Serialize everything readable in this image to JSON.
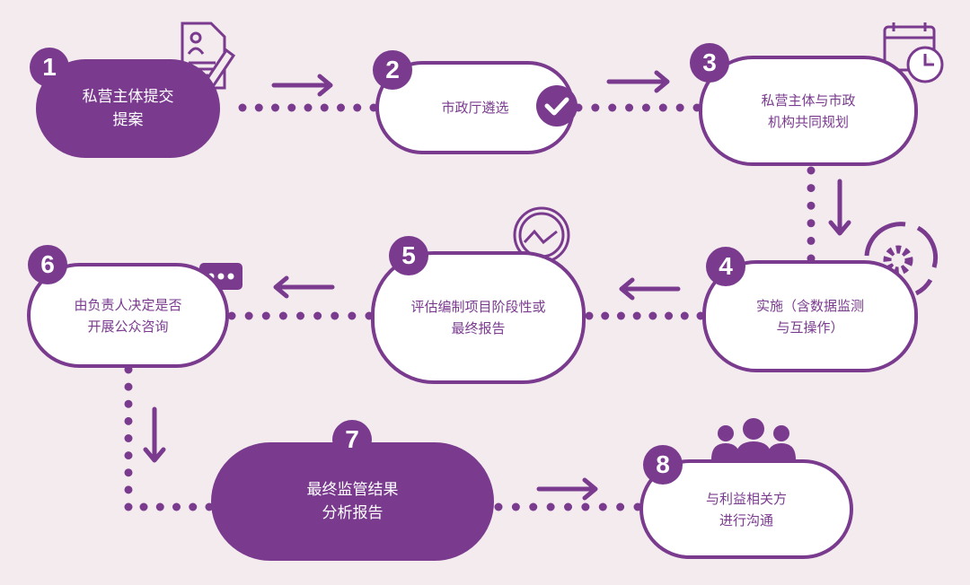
{
  "colors": {
    "accent": "#7a3b8f",
    "background": "#f3ebee"
  },
  "steps": [
    {
      "number": "1",
      "text": "私营主体提交\n提案",
      "icon": "document-pen-icon"
    },
    {
      "number": "2",
      "text": "市政厅遴选",
      "icon": "check-circle-icon"
    },
    {
      "number": "3",
      "text": "私营主体与市政\n机构共同规划",
      "icon": "calendar-clock-icon"
    },
    {
      "number": "4",
      "text": "实施（含数据监测\n与互操作）",
      "icon": "gear-cycle-icon"
    },
    {
      "number": "5",
      "text": "评估编制项目阶段性或\n最终报告",
      "icon": "chart-gauge-icon"
    },
    {
      "number": "6",
      "text": "由负责人决定是否\n开展公众咨询",
      "icon": "chat-bubble-icon"
    },
    {
      "number": "7",
      "text": "最终监管结果\n分析报告",
      "icon": ""
    },
    {
      "number": "8",
      "text": "与利益相关方\n进行沟通",
      "icon": "people-group-icon"
    }
  ]
}
